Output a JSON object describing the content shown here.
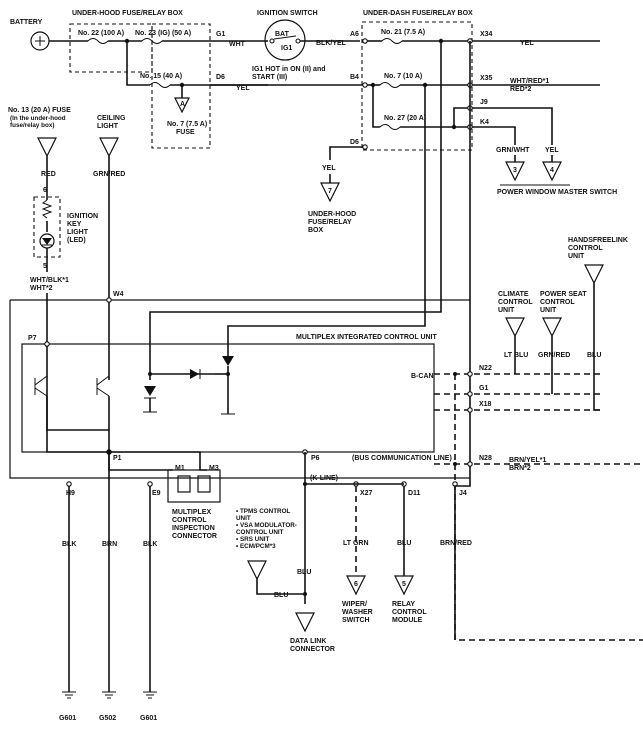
{
  "battery": "BATTERY",
  "under_hood_box": "UNDER-HOOD FUSE/RELAY BOX",
  "ignition_switch": "IGNITION SWITCH",
  "under_dash_box": "UNDER-DASH FUSE/RELAY BOX",
  "fuse22": "No. 22 (100 A)",
  "fuse23": "No. 23 (IG) (50 A)",
  "fuse15": "No. 15 (40 A)",
  "fuse21": "No. 21 (7.5 A)",
  "fuse7": "No. 7 (10 A)",
  "fuse27": "No. 27 (20 A)",
  "fuse7_ref": "No. 7 (7.5 A)",
  "fuse_word": "FUSE",
  "bat": "BAT",
  "ig1": "IG1",
  "ig1_note": [
    "IG1 HOT in ON (II) and",
    "START (III)"
  ],
  "g1": "G1",
  "d6": "D6",
  "a6": "A6",
  "b4": "B4",
  "d6b": "D6",
  "x34": "X34",
  "x35": "X35",
  "j9": "J9",
  "k4": "K4",
  "wht": "WHT",
  "blk_yel": "BLK/YEL",
  "yel1": "YEL",
  "yel_x34": "YEL",
  "wht_red": [
    "WHT/RED*1",
    "RED*2"
  ],
  "grn_wht": "GRN/WHT",
  "yel_pw": "YEL",
  "yel_d6": "YEL",
  "pin3": "3",
  "pin4": "4",
  "pin7": "7",
  "conn_a": "A",
  "pw_switch": "POWER WINDOW MASTER SWITCH",
  "uh_box_ref": [
    "UNDER-HOOD",
    "FUSE/RELAY",
    "BOX"
  ],
  "fuse13": [
    "No. 13 (20 A) FUSE",
    "(In the under-hood",
    "fuse/relay box)"
  ],
  "ceiling_light": [
    "CEILING",
    "LIGHT"
  ],
  "red": "RED",
  "grn_red1": "GRN/RED",
  "pin6": "6",
  "pin5": "5",
  "ign_key_light": [
    "IGNITION",
    "KEY",
    "LIGHT",
    "(LED)"
  ],
  "wht_blk": [
    "WHT/BLK*1",
    "WHT*2"
  ],
  "w4": "W4",
  "handsfree": [
    "HANDSFREELINK",
    "CONTROL",
    "UNIT"
  ],
  "climate": [
    "CLIMATE",
    "CONTROL",
    "UNIT"
  ],
  "power_seat": [
    "POWER SEAT",
    "CONTROL",
    "UNIT"
  ],
  "lt_blu1": "LT BLU",
  "grn_red2": "GRN/RED",
  "blu1": "BLU",
  "micu": "MULTIPLEX INTEGRATED CONTROL UNIT",
  "p7": "P7",
  "bcan": "B-CAN",
  "n22": "N22",
  "g1b": "G1",
  "x18": "X18",
  "p1": "P1",
  "p6": "P6",
  "bus_comm": "(BUS COMMUNICATION LINE)",
  "n28": "N28",
  "brn_yel": [
    "BRN/YEL*1",
    "BRN*2"
  ],
  "m1": "M1",
  "m3": "M3",
  "h9": "H9",
  "e9": "E9",
  "kline": "(K-LINE)",
  "x27": "X27",
  "d11": "D11",
  "j4": "J4",
  "mpx_conn": [
    "MULTIPLEX",
    "CONTROL",
    "INSPECTION",
    "CONNECTOR"
  ],
  "tpms": [
    "• TPMS CONTROL",
    "  UNIT",
    "• VSA MODULATOR-",
    "  CONTROL UNIT",
    "• SRS UNIT",
    "• ECM/PCM*3"
  ],
  "lt_grn": "LT GRN",
  "blu2": "BLU",
  "brn_red": "BRN/RED",
  "blk1": "BLK",
  "brn": "BRN",
  "blk2": "BLK",
  "blu3": "BLU",
  "blu4": "BLU",
  "pin6b": "6",
  "pin5b": "5",
  "wiper": [
    "WIPER/",
    "WASHER",
    "SWITCH"
  ],
  "relay": [
    "RELAY",
    "CONTROL",
    "MODULE"
  ],
  "dlc": [
    "DATA LINK",
    "CONNECTOR"
  ],
  "g601a": "G601",
  "g502": "G502",
  "g601b": "G601"
}
